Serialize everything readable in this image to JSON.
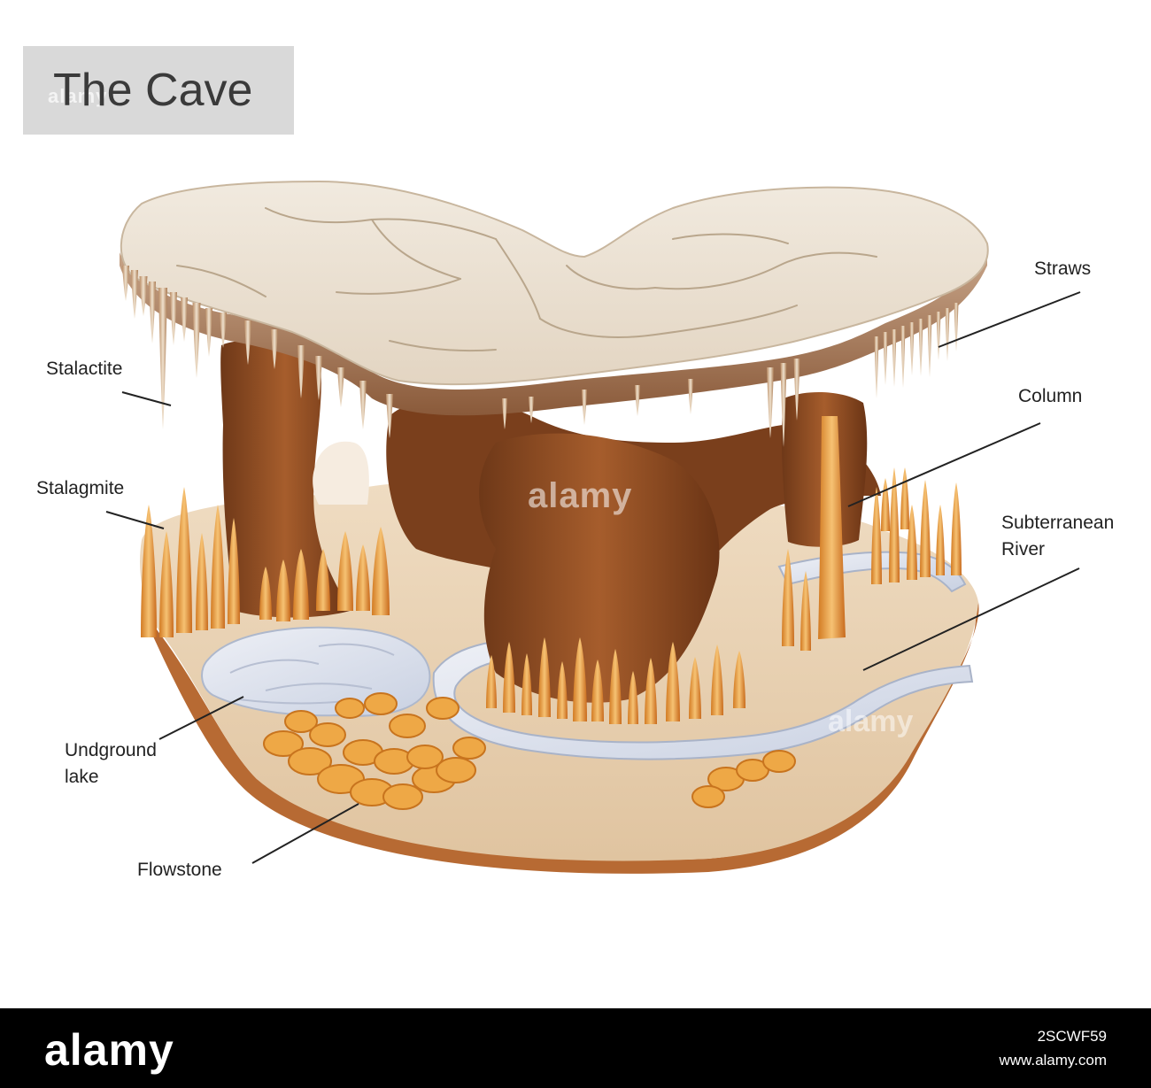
{
  "title": "The Cave",
  "labels": {
    "straws": "Straws",
    "stalactite": "Stalactite",
    "column": "Column",
    "stalagmite": "Stalagmite",
    "subterranean_river_1": "Subterranean",
    "subterranean_river_2": "River",
    "underground_lake_1": "Undground",
    "underground_lake_2": "lake",
    "flowstone": "Flowstone"
  },
  "watermark": "alamy",
  "footer": {
    "brand": "alamy",
    "image_id": "2SCWF59",
    "site": "www.alamy.com"
  },
  "colors": {
    "rock_surface": "#ece2d4",
    "rock_brown": "#8a4a22",
    "formation_orange": "#e9a548",
    "water": "#dde3ee"
  }
}
